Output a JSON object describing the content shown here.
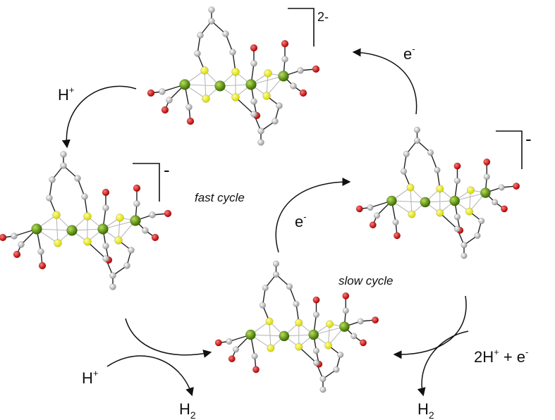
{
  "labels": {
    "fast_cycle": "fast cycle",
    "slow_cycle": "slow cycle",
    "proton_top": {
      "base": "H",
      "sup": "+"
    },
    "proton_bottom": {
      "base": "H",
      "sup": "+"
    },
    "electron_top": {
      "base": "e",
      "sup": "-"
    },
    "electron_mid": {
      "base": "e",
      "sup": "-"
    },
    "two_protons_electron": {
      "base": "2H",
      "sup": "+",
      "tail": " + e",
      "sup2": "-"
    },
    "h2_left": {
      "base": "H",
      "sub": "2"
    },
    "h2_right": {
      "base": "H",
      "sub": "2"
    },
    "charge_top": "2-",
    "charge_right": "-",
    "charge_left": "-"
  },
  "colors": {
    "iron": "#5a8a0a",
    "sulfur": "#f0f000",
    "oxygen": "#dd0000",
    "carbon": "#c8c8c8",
    "bond": "#222222"
  }
}
